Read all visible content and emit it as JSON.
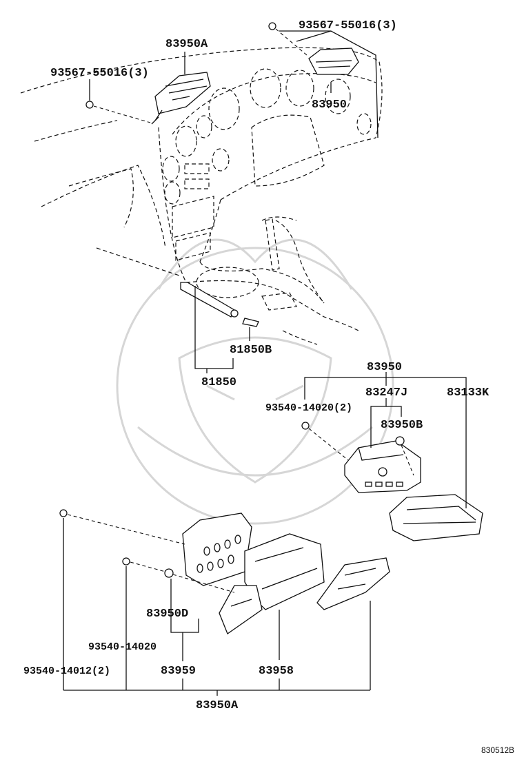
{
  "diagram": {
    "labels": {
      "bolt_top_right": "93567-55016(3)",
      "gauge_left": "83950A",
      "bolt_top_left": "93567-55016(3)",
      "gauge_right": "83950",
      "wire_small": "81850B",
      "wire_main": "81850",
      "gauge_assy": "83950",
      "bolt_mid": "93540-14020(2)",
      "clock_part": "83247J",
      "meter_part": "83133K",
      "bulb_b": "83950B",
      "bulb_d": "83950D",
      "bolt_low": "93540-14020",
      "bolt_bottom": "93540-14012(2)",
      "bracket": "83959",
      "case": "83958",
      "gauge_assy_bottom": "83950A"
    },
    "reference": "830512B"
  }
}
